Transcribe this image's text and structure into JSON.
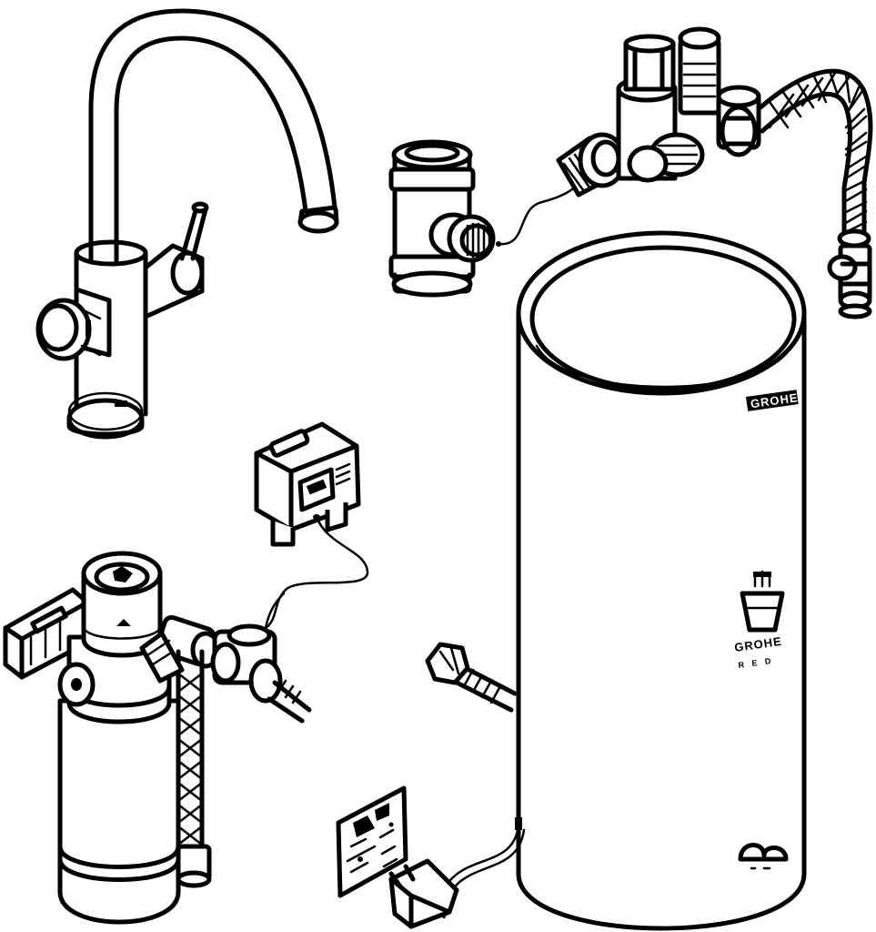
{
  "figure": {
    "kind": "exploded-installation-drawing",
    "colors": {
      "line": "#000000",
      "background": "#ffffff"
    }
  },
  "labels": {
    "tank_brand": "GROHE",
    "tank_small_brand": "GROHE",
    "tank_small_code": "R E D"
  },
  "components": [
    {
      "id": "faucet",
      "icon": "swan-neck-mixer-tap"
    },
    {
      "id": "tee-connector",
      "icon": "tee-fitting"
    },
    {
      "id": "safety-valve-group",
      "icon": "valve-assembly"
    },
    {
      "id": "braided-hose-top",
      "icon": "braided-hose"
    },
    {
      "id": "boiler-tank",
      "icon": "cylinder-tank"
    },
    {
      "id": "control-unit",
      "icon": "electronic-control-box"
    },
    {
      "id": "filter-unit",
      "icon": "water-filter-cartridge"
    },
    {
      "id": "filter-head-valve",
      "icon": "flow-meter-valve"
    },
    {
      "id": "power-plug",
      "icon": "mains-plug"
    },
    {
      "id": "instruction-label",
      "icon": "warning-sticker"
    }
  ]
}
